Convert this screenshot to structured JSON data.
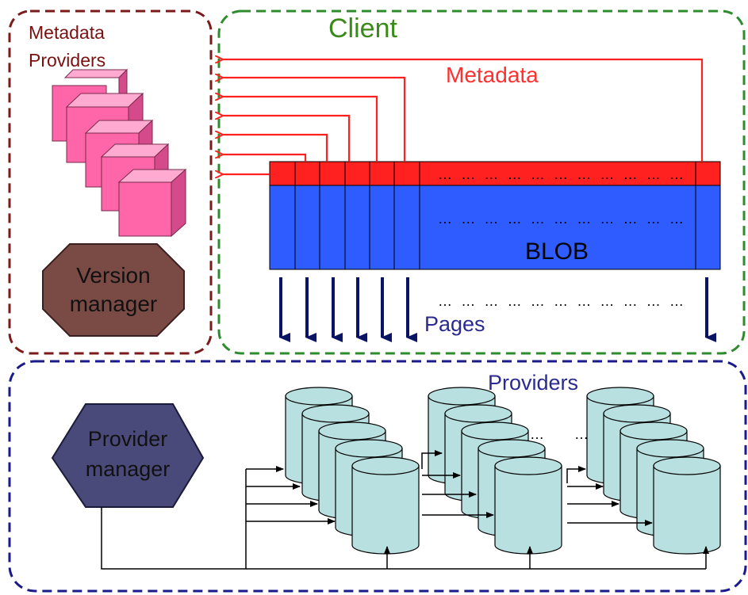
{
  "groups": {
    "metadata_providers": {
      "title_line1": "Metadata",
      "title_line2": "Providers"
    },
    "client": {
      "title": "Client"
    },
    "providers": {
      "title": "Providers"
    }
  },
  "labels": {
    "metadata": "Metadata",
    "blob": "BLOB",
    "pages": "Pages",
    "ellipsis_metadata": "……………………………",
    "ellipsis_blob": "……………………………",
    "ellipsis_pages": "……………………………",
    "ellipsis_providers": "……"
  },
  "nodes": {
    "version_manager": {
      "line1": "Version",
      "line2": "manager"
    },
    "provider_manager": {
      "line1": "Provider",
      "line2": "manager"
    }
  },
  "colors": {
    "metadata_border": "#7a1a1a",
    "metadata_text": "#7a1010",
    "client_border": "#2e8b2e",
    "client_text": "#3a8a1a",
    "providers_border": "#1a1a8a",
    "providers_text": "#2a2a90",
    "metadata_red": "#ff2020",
    "blob_blue": "#2e5cff",
    "pages_arrow": "#0a1464",
    "cube_pink": "#ff66aa",
    "cylinder_cyan": "#b8e0e0",
    "version_manager_fill": "#7a4a45",
    "provider_manager_fill": "#4a4a7a"
  }
}
